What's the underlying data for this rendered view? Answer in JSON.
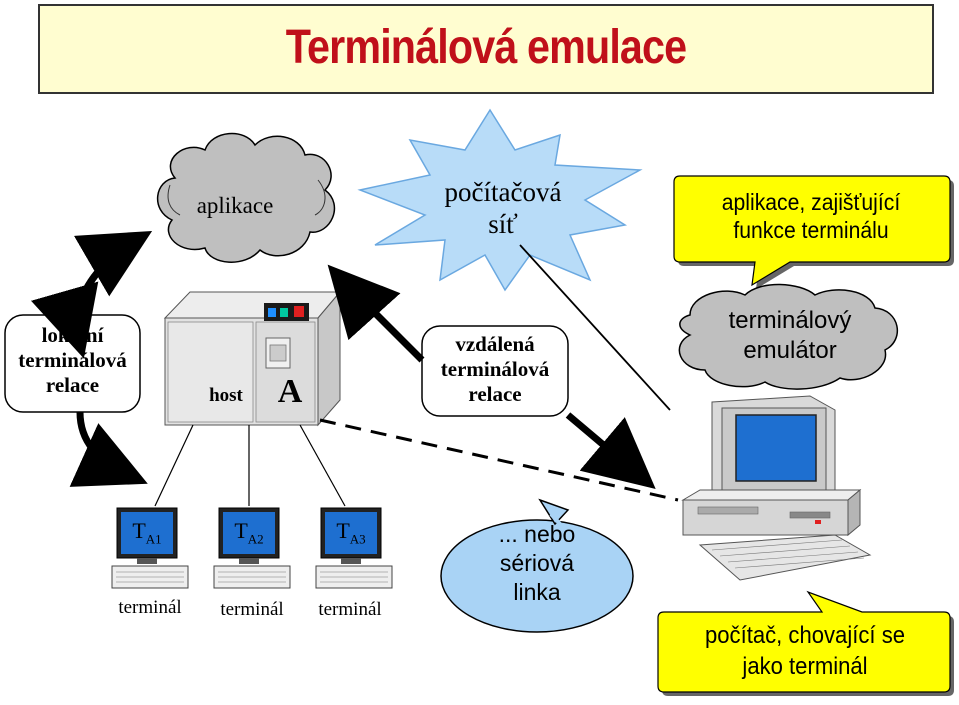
{
  "title": "Terminálová emulace",
  "labels": {
    "aplikace": "aplikace",
    "sit": [
      "počítačová",
      "síť"
    ],
    "callout_top": [
      "aplikace, zajišťující",
      "funkce terminálu"
    ],
    "lokalni": [
      "lokální",
      "terminálová",
      "relace"
    ],
    "host": "host",
    "host_letter": "A",
    "vzdalena": [
      "vzdálená",
      "terminálová",
      "relace"
    ],
    "emulator": [
      "terminálový",
      "emulátor"
    ],
    "terminals": [
      {
        "t": "T",
        "sub": "A1",
        "caption": "terminál"
      },
      {
        "t": "T",
        "sub": "A2",
        "caption": "terminál"
      },
      {
        "t": "T",
        "sub": "A3",
        "caption": "terminál"
      }
    ],
    "linka": [
      "... nebo",
      "sériová",
      "linka"
    ],
    "callout_bottom": [
      "počítač, chovající se",
      "jako terminál"
    ]
  },
  "colors": {
    "title": "#c0101a",
    "title_bg": "#fffdd0",
    "callout_yellow": "#ffff00",
    "cloud_gray": "#bfbfbf",
    "star_blue": "#b8dcf8",
    "screen_blue": "#1e6fd0",
    "ellipse_blue": "#a9d3f5"
  },
  "icons": [
    "cloud-icon",
    "starburst-icon",
    "host-computer-icon",
    "terminal-icon",
    "pc-workstation-icon",
    "arrow-icon"
  ]
}
